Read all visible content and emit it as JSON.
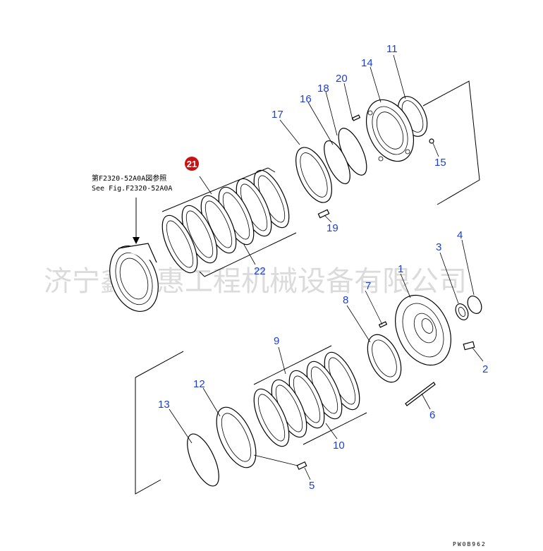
{
  "labels": {
    "p1": "1",
    "p2": "2",
    "p3": "3",
    "p4": "4",
    "p5": "5",
    "p6": "6",
    "p7": "7",
    "p8": "8",
    "p9": "9",
    "p10": "10",
    "p11": "11",
    "p12": "12",
    "p13": "13",
    "p14": "14",
    "p15": "15",
    "p16": "16",
    "p17": "17",
    "p18": "18",
    "p19": "19",
    "p20": "20",
    "p21": "21",
    "p22": "22"
  },
  "reference": {
    "line1": "第F2320-52A0A図参照",
    "line2": "See Fig.F2320-52A0A"
  },
  "watermark": "济宁鑫润惠工程机械设备有限公司",
  "drawing_code": "PW0B962",
  "colors": {
    "label": "#1a3fd6",
    "highlight": "#cc1111"
  }
}
